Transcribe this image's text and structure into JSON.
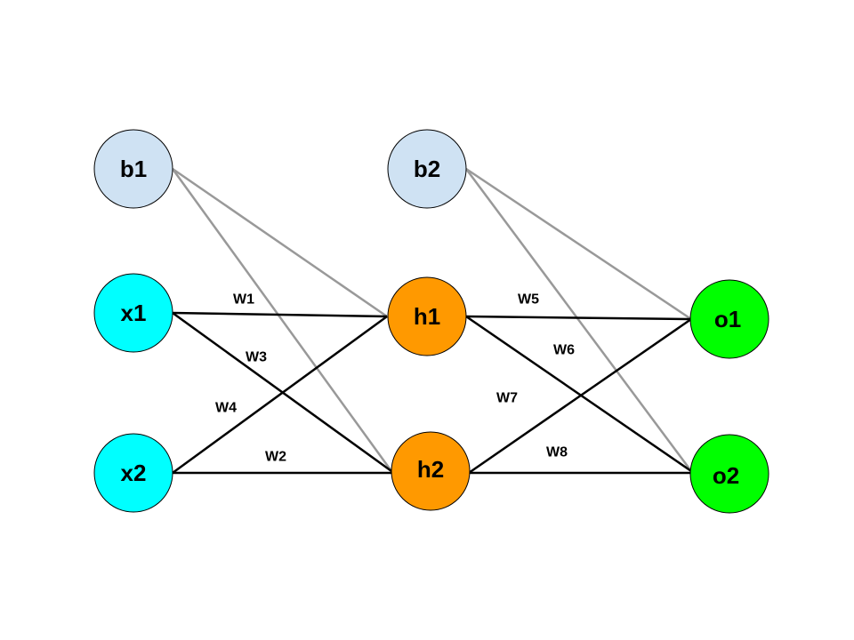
{
  "colors": {
    "bias": "#cfe2f3",
    "input": "#00ffff",
    "hidden": "#ff9900",
    "output": "#00ff00",
    "weight_edge": "#000000",
    "bias_edge": "#999999"
  },
  "nodes": {
    "b1": "b1",
    "x1": "x1",
    "x2": "x2",
    "b2": "b2",
    "h1": "h1",
    "h2": "h2",
    "o1": "o1",
    "o2": "o2"
  },
  "weights": {
    "w1": "W1",
    "w2": "W2",
    "w3": "W3",
    "w4": "W4",
    "w5": "W5",
    "w6": "W6",
    "w7": "W7",
    "w8": "W8"
  }
}
